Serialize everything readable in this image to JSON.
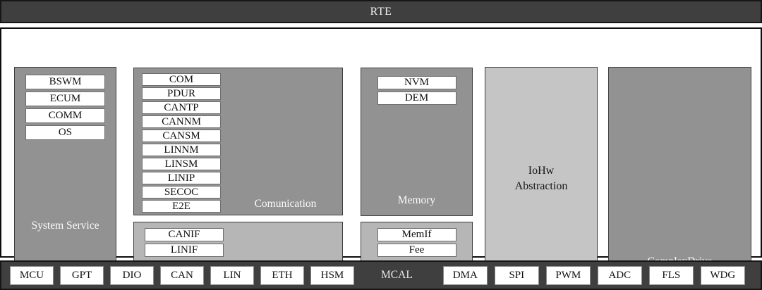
{
  "colors": {
    "dark_bar": "#3f3f3f",
    "medium_gray_box": "#929292",
    "interface_gray_box": "#b6b6b6",
    "iohw_light_gray_box": "#c5c5c5",
    "block_white": "#ffffff",
    "label_on_dark": "#fafafa",
    "label_on_light": "#161616"
  },
  "rte": {
    "label": "RTE"
  },
  "layers": {
    "system_service": {
      "label": "System Service",
      "modules": [
        "BSWM",
        "ECUM",
        "COMM",
        "OS"
      ]
    },
    "communication": {
      "label": "Comunication",
      "modules": [
        "COM",
        "PDUR",
        "CANTP",
        "CANNM",
        "CANSM",
        "LINNM",
        "LINSM",
        "LINIP",
        "SECOC",
        "E2E"
      ],
      "interface_modules": [
        "CANIF",
        "LINIF"
      ]
    },
    "memory": {
      "label": "Memory",
      "modules": [
        "NVM",
        "DEM"
      ],
      "interface_modules": [
        "MemIf",
        "Fee"
      ]
    },
    "iohw_abstraction": {
      "label_line1": "IoHw",
      "label_line2": "Abstraction"
    },
    "complex_drive": {
      "label": "ComplexDrive"
    }
  },
  "mcal": {
    "label": "MCAL",
    "left_modules": [
      "MCU",
      "GPT",
      "DIO",
      "CAN",
      "LIN",
      "ETH",
      "HSM"
    ],
    "right_modules": [
      "DMA",
      "SPI",
      "PWM",
      "ADC",
      "FLS",
      "WDG"
    ]
  }
}
